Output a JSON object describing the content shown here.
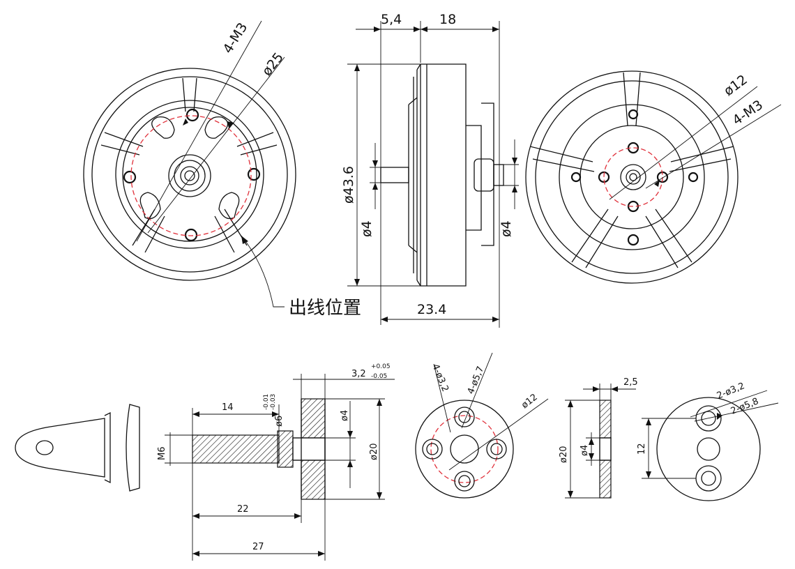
{
  "labels": {
    "front_m3": "4-M3",
    "front_d25": "ø25",
    "side_5_4": "5,4",
    "side_18": "18",
    "side_d43_6": "ø43.6",
    "side_d4_left": "ø4",
    "side_d4_right": "ø4",
    "side_23_4": "23.4",
    "wire_exit": "出线位置",
    "back_d12": "ø12",
    "back_m3": "4-M3",
    "adapter_tol": "3,2",
    "adapter_tol_plus": "+0.05",
    "adapter_tol_minus": "-0.05",
    "adapter_14": "14",
    "adapter_d6": "ø6",
    "adapter_d6_plus": "-0.01",
    "adapter_d6_minus": "-0.03",
    "adapter_d4": "ø4",
    "adapter_d20": "ø20",
    "adapter_m6": "M6",
    "adapter_22": "22",
    "adapter_27": "27",
    "flange_holes_a": "4-ø3,2",
    "flange_holes_b": "4-ø5,7",
    "flange_d12": "ø12",
    "plate_2_5": "2,5",
    "plate_d20": "ø20",
    "plate_d4": "ø4",
    "disc_holes_a": "2-ø3,2",
    "disc_holes_b": "2-ø5,8",
    "disc_12": "12"
  }
}
